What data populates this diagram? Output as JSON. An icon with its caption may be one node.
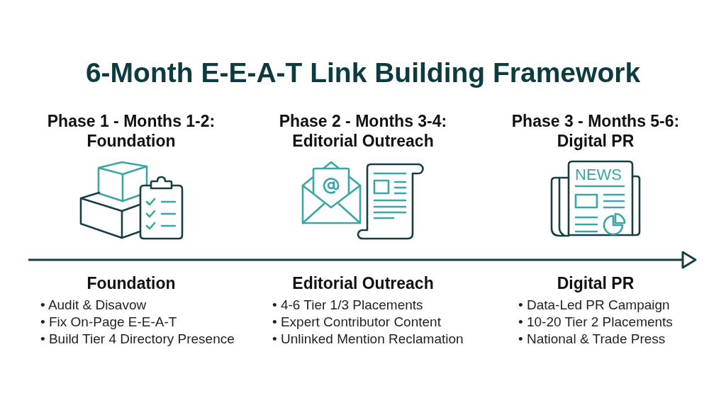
{
  "diagram": {
    "title": "6-Month E-E-A-T Link Building Framework",
    "labels": [
      "Phase 1 - Months 1-2: Foundation",
      "Phase 2 - Months 3-4: Editorial Outreach",
      "Phase 3 - Months 5-6: Digital PR",
      "NEWS",
      "Foundation",
      "• Audit & Disavow",
      "• Fix On-Page E-E-A-T",
      "• Build Tier 4 Directory Presence",
      "Editorial Outreach",
      "• 4-6 Tier 1/3 Placements",
      "• Expert Contributor Content",
      "• Unlinked Mention Reclamation",
      "Digital PR",
      "• Data-Led PR Campaign",
      "• 10-20 Tier 2 Placements",
      "• National & Trade Press"
    ]
  }
}
